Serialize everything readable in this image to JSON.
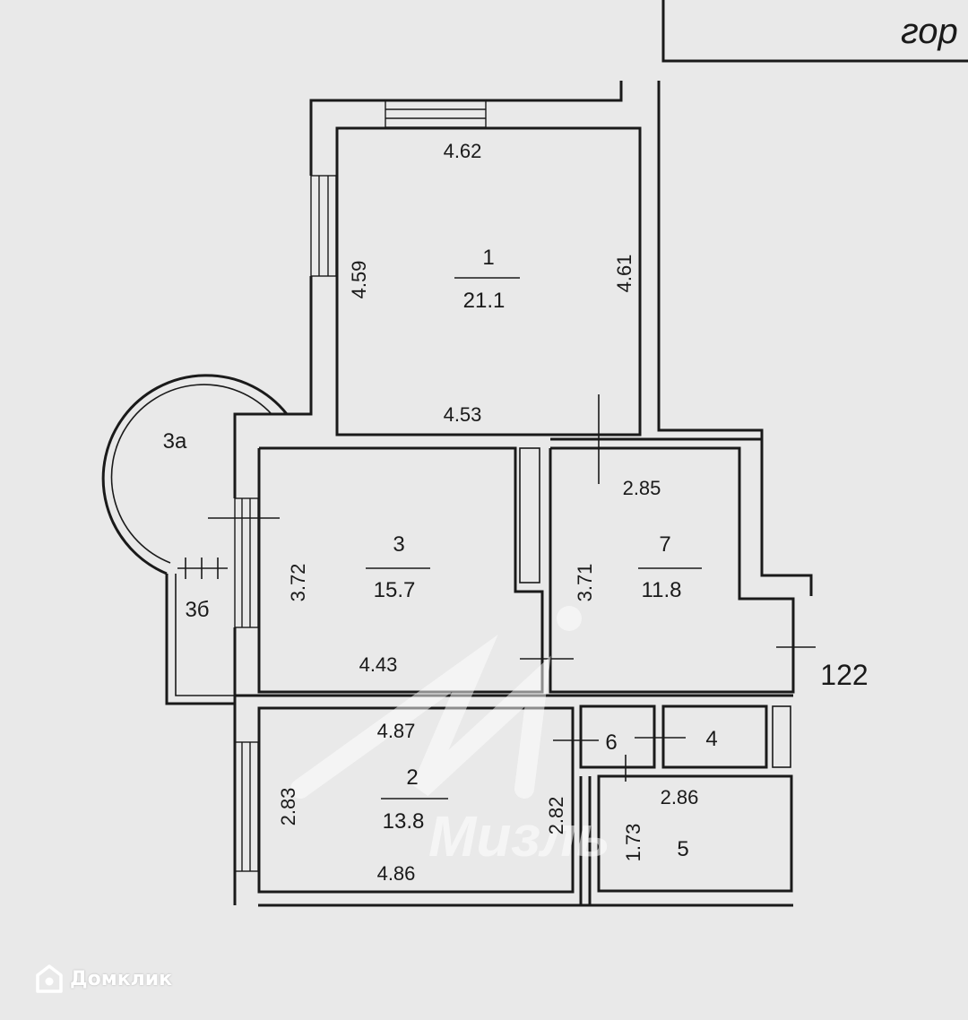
{
  "header": {
    "partial_text": "гор"
  },
  "rooms": [
    {
      "id": "1",
      "number": "1",
      "area": "21.1"
    },
    {
      "id": "3",
      "number": "3",
      "area": "15.7"
    },
    {
      "id": "7",
      "number": "7",
      "area": "11.8"
    },
    {
      "id": "2",
      "number": "2",
      "area": "13.8"
    }
  ],
  "small_rooms": {
    "r3a": "3а",
    "r3b": "3б",
    "r4": "4",
    "r5": "5",
    "r6": "6"
  },
  "dimensions": {
    "d1_top": "4.62",
    "d1_left": "4.59",
    "d1_right": "4.61",
    "d1_bottom": "4.53",
    "d7_top": "2.85",
    "d3_left": "3.72",
    "d7_left": "3.71",
    "d3_bottom": "4.43",
    "d2_top": "4.87",
    "d2_left": "2.83",
    "d2_right": "2.82",
    "d2_bottom": "4.86",
    "d5_top": "2.86",
    "d5_left": "1.73"
  },
  "side_number": "122",
  "watermark": {
    "text": "Мизль"
  },
  "brand": {
    "name": "Домклик",
    "icon": "house-icon"
  }
}
